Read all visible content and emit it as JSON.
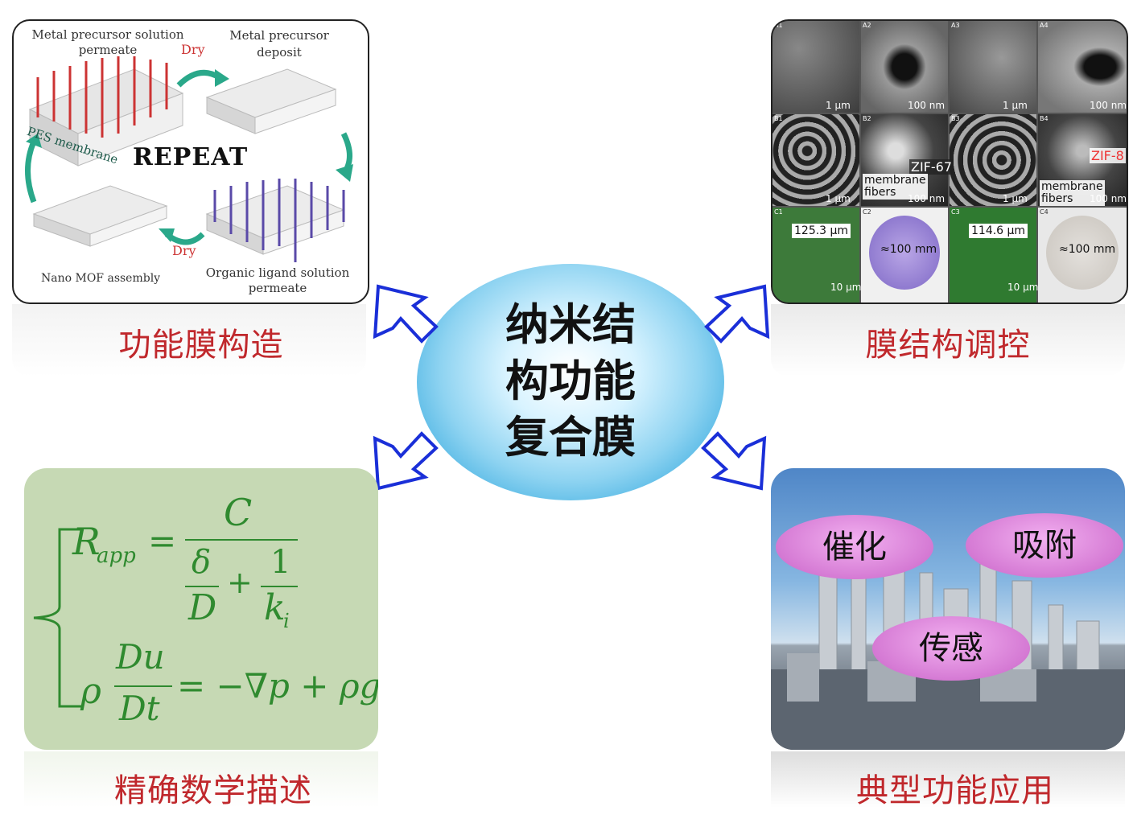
{
  "center": {
    "line1": "纳米结",
    "line2": "构功能",
    "line3": "复合膜"
  },
  "top_left": {
    "caption": "功能膜构造",
    "label_metal_solution_1": "Metal precursor solution",
    "label_metal_solution_2": "permeate",
    "label_dry_top": "Dry",
    "label_metal_deposit_1": "Metal precursor",
    "label_metal_deposit_2": "deposit",
    "label_pes": "PES membrane",
    "label_repeat": "REPEAT",
    "label_dry_bottom": "Dry",
    "label_nano_mof": "Nano MOF assembly",
    "label_organic_1": "Organic ligand solution",
    "label_organic_2": "permeate"
  },
  "top_right": {
    "caption": "膜结构调控",
    "cell_labels": [
      "A1",
      "A2",
      "A3",
      "A4",
      "B1",
      "B2",
      "B3",
      "B4",
      "C1",
      "C2",
      "C3",
      "C4"
    ],
    "scale_1um": "1 μm",
    "scale_100nm": "100 nm",
    "zif67": "ZIF-67",
    "zif8": "ZIF-8",
    "membrane_fibers_1": "membrane",
    "membrane_fibers_2": "fibers",
    "thickness_left": "125.3 μm",
    "thickness_right": "114.6 μm",
    "diameter": "≈100 mm",
    "scale_10um": "10 μm"
  },
  "bottom_left": {
    "caption": "精确数学描述",
    "eq1_lhs_R": "R",
    "eq1_lhs_sub": "app",
    "eq1_eq": "=",
    "eq1_num": "C",
    "eq1_delta": "δ",
    "eq1_D": "D",
    "eq1_plus": "+",
    "eq1_one": "1",
    "eq1_k": "k",
    "eq1_k_sub": "i",
    "eq2_rho": "ρ",
    "eq2_Du": "Du",
    "eq2_Dt": "Dt",
    "eq2_rhs": "= −∇p + ρg"
  },
  "bottom_right": {
    "caption": "典型功能应用",
    "bubble_catalysis": "催化",
    "bubble_adsorption": "吸附",
    "bubble_sensing": "传感"
  },
  "colors": {
    "caption_red": "#c0282c",
    "arrow_blue": "#1a2fd8",
    "equation_green": "#2f8a2f",
    "formula_bg": "#c6d9b4"
  }
}
